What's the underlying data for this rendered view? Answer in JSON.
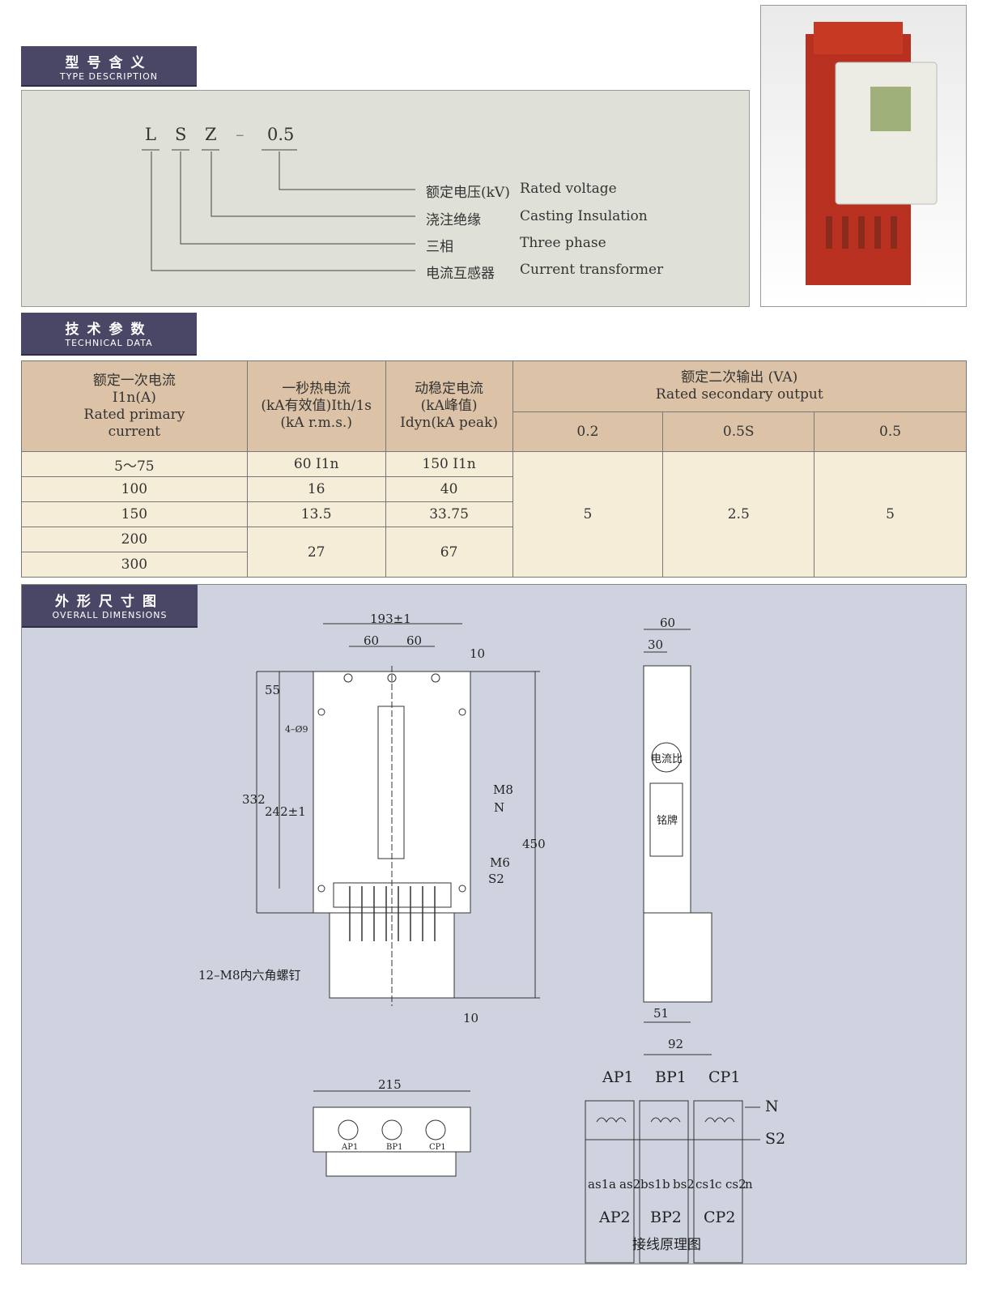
{
  "type_section": {
    "title_cn": "型号含义",
    "title_en": "TYPE DESCRIPTION",
    "code": [
      "L",
      "S",
      "Z",
      "–",
      "0.5"
    ],
    "items": [
      {
        "cn": "额定电压(kV)",
        "en": "Rated voltage"
      },
      {
        "cn": "浇注绝缘",
        "en": "Casting Insulation"
      },
      {
        "cn": "三相",
        "en": "Three phase"
      },
      {
        "cn": "电流互感器",
        "en": "Current transformer"
      }
    ]
  },
  "tech_section": {
    "title_cn": "技术参数",
    "title_en": "TECHNICAL DATA",
    "headers": {
      "col1": [
        "额定一次电流",
        "I1n(A)",
        "Rated primary",
        "current"
      ],
      "col2": [
        "一秒热电流",
        "(kA有效值)Ith/1s",
        "(kA r.m.s.)"
      ],
      "col3": [
        "动稳定电流",
        "(kA峰值)",
        "Idyn(kA peak)"
      ],
      "col4": [
        "额定二次输出 (VA)",
        "Rated secondary output"
      ],
      "sub": [
        "0.2",
        "0.5S",
        "0.5"
      ]
    },
    "rows": [
      [
        "5～75",
        "60 I1n",
        "150 I1n"
      ],
      [
        "100",
        "16",
        "40"
      ],
      [
        "150",
        "13.5",
        "33.75"
      ],
      [
        "200"
      ],
      [
        "300"
      ]
    ],
    "merged_ith": "27",
    "merged_idyn": "67",
    "outputs": [
      "5",
      "2.5",
      "5"
    ]
  },
  "dims_section": {
    "title_cn": "外形尺寸图",
    "title_en": "OVERALL DIMENSIONS",
    "front": {
      "w": "193±1",
      "a": "60",
      "b": "60",
      "top": "10",
      "d55": "55",
      "holes": "4–Ø9",
      "h332": "332",
      "h242": "242±1",
      "m8": "M8",
      "n": "N",
      "m6": "M6",
      "s2": "S2",
      "h450": "450",
      "bottom": "10",
      "screws": "12–M8内六角螺钉"
    },
    "side": {
      "w60": "60",
      "w30": "30",
      "label1": "电流比",
      "label2": "铭牌",
      "w51": "51",
      "w92": "92"
    },
    "bottom": {
      "w": "215",
      "ap1": "AP1",
      "bp1": "BP1",
      "cp1": "CP1"
    },
    "wiring": {
      "top": [
        "AP1",
        "BP1",
        "CP1"
      ],
      "bottom": [
        "AP2",
        "BP2",
        "CP2"
      ],
      "terms": [
        "as1",
        "a",
        "as2",
        "bs1",
        "b",
        "bs2",
        "cs1",
        "c",
        "cs2",
        "n"
      ],
      "n": "N",
      "s2": "S2",
      "caption": "接线原理图"
    }
  }
}
